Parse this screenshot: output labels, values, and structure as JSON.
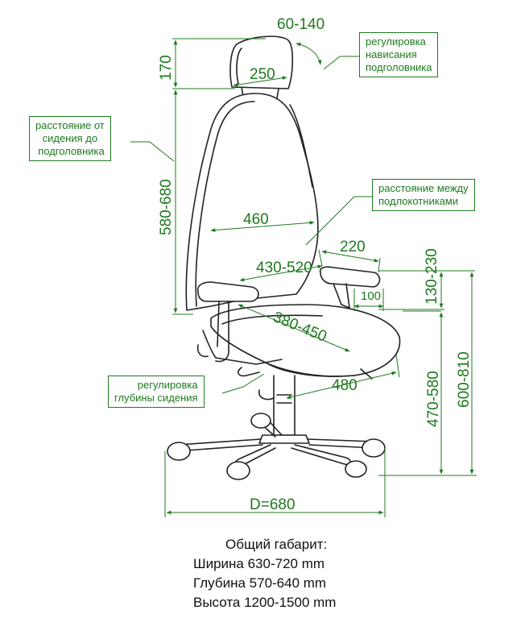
{
  "colors": {
    "dimension": "#1e7a1e",
    "outline": "#222222",
    "text": "#111111"
  },
  "dimensions": {
    "headrest_tilt": "60-140",
    "headrest_height": "170",
    "headrest_width": "250",
    "back_height": "580-680",
    "back_width": "460",
    "armrest_distance": "430-520",
    "armrest_length": "220",
    "armrest_height": "130-230",
    "armrest_offset": "100",
    "seat_depth": "380-450",
    "seat_width": "480",
    "seat_height": "470-580",
    "total_height": "600-810",
    "base_diameter": "D=680"
  },
  "notes": {
    "headrest_tilt": [
      "регулировка",
      "нависания",
      "подголовника"
    ],
    "headrest_distance": [
      "расстояние от",
      "сидения до",
      "подголовника"
    ],
    "armrest_distance": [
      "расстояние между",
      "подлокотниками"
    ],
    "seat_depth": [
      "регулировка",
      "глубины сидения"
    ]
  },
  "summary": {
    "title": "Общий габарит:",
    "width": "Ширина 630-720 mm",
    "depth": "Глубина 570-640 mm",
    "height": "Высота 1200-1500 mm"
  }
}
